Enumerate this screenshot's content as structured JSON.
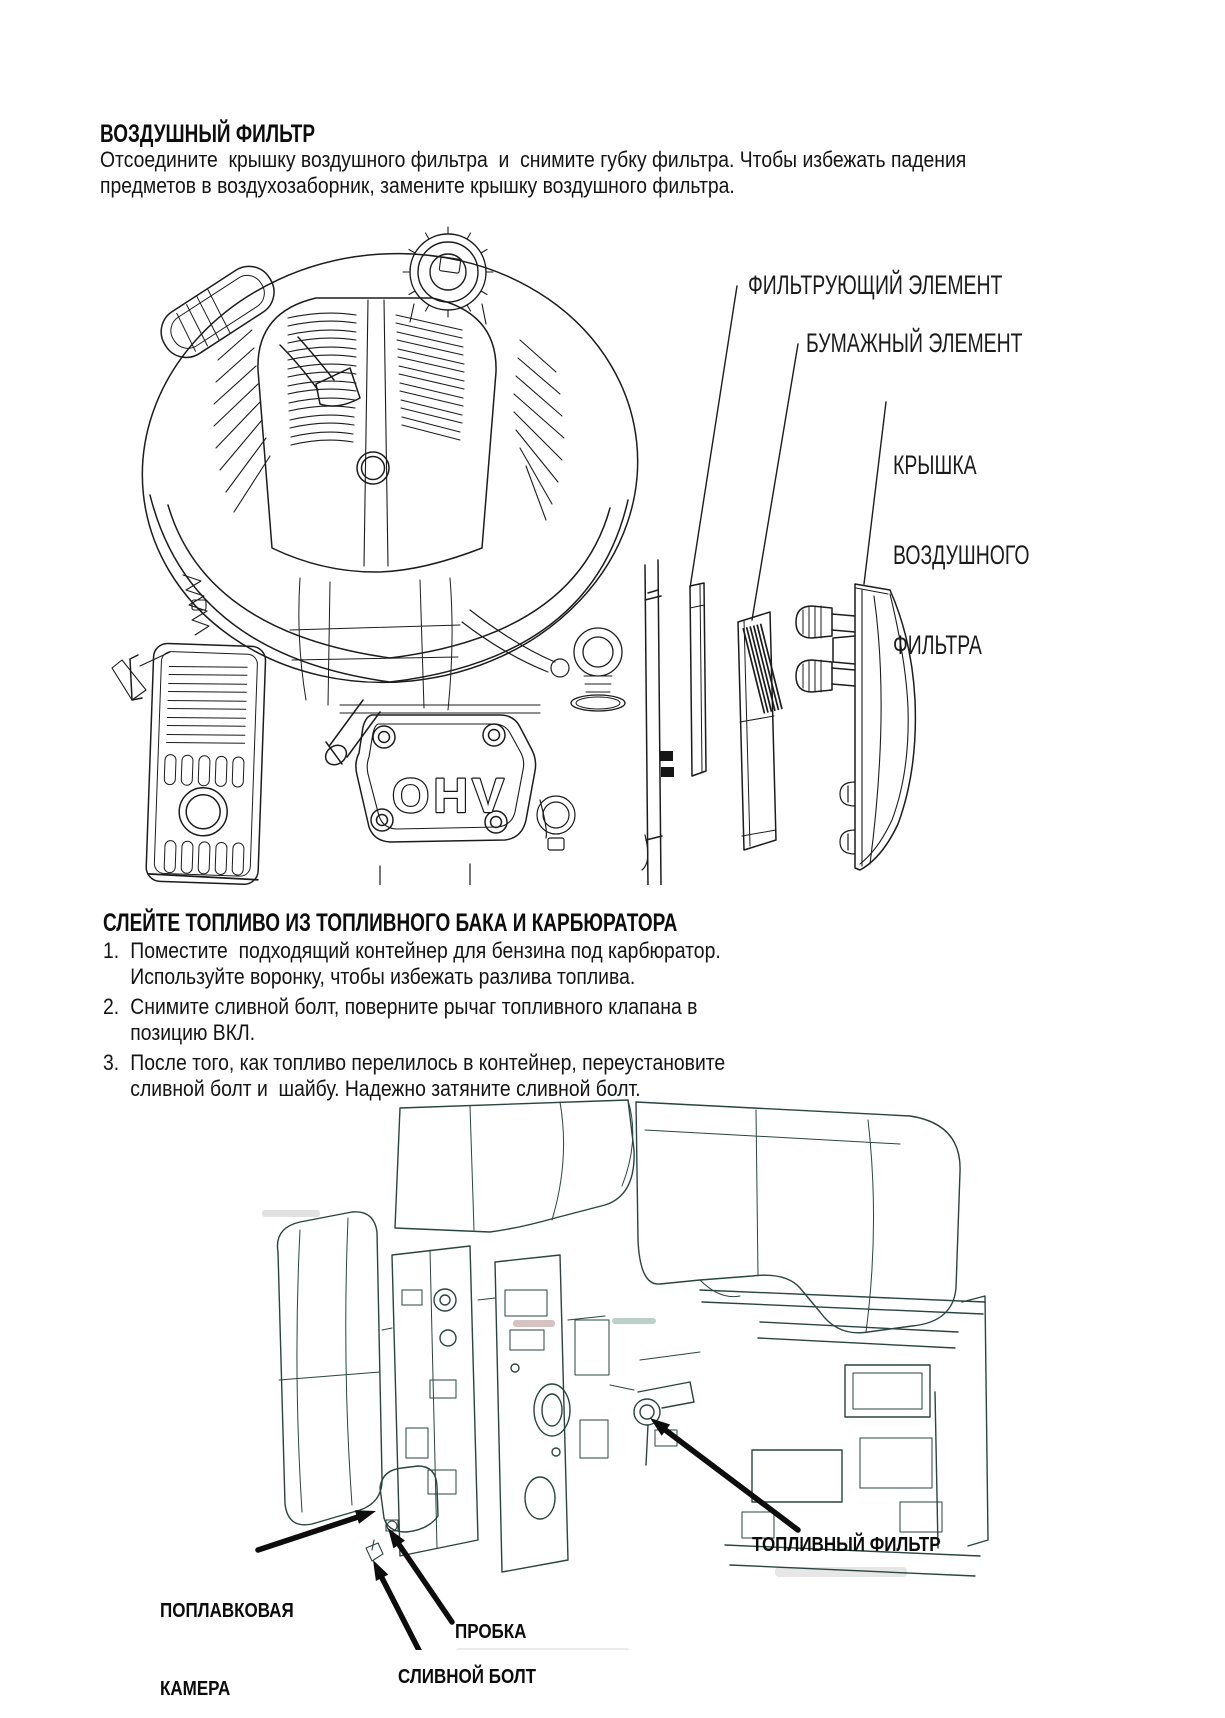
{
  "document": {
    "air_filter_section": {
      "heading": "ВОЗДУШНЫЙ ФИЛЬТР",
      "body_lines": [
        "Отсоедините  крышку воздушного фильтра  и  снимите губку фильтра. Чтобы избежать падения",
        "предметов в воздухозаборник, замените крышку воздушного фильтра."
      ]
    },
    "air_filter_diagram": {
      "engine_marking": "OHV",
      "labels": {
        "filter_element": "ФИЛЬТРУЮЩИЙ ЭЛЕМЕНТ",
        "paper_element": "БУМАЖНЫЙ ЭЛЕМЕНТ",
        "cover_lines": [
          "КРЫШКА",
          "ВОЗДУШНОГО",
          "ФИЛЬТРА"
        ]
      }
    },
    "drain_section": {
      "heading": "СЛЕЙТЕ ТОПЛИВО ИЗ ТОПЛИВНОГО БАКА И КАРБЮРАТОРА",
      "items": [
        {
          "num": "1.",
          "lines": [
            "Поместите  подходящий контейнер для бензина под карбюратор.",
            "Используйте воронку, чтобы избежать разлива топлива."
          ]
        },
        {
          "num": "2.",
          "lines": [
            "Снимите сливной болт, поверните рычаг топливного клапана в",
            "позицию ВКЛ."
          ]
        },
        {
          "num": "3.",
          "lines": [
            "После того, как топливо перелилось в контейнер, переустановите",
            "сливной болт и  шайбу. Надежно затяните сливной болт."
          ]
        }
      ]
    },
    "drain_diagram": {
      "labels": {
        "float_chamber_lines": [
          "ПОПЛАВКОВАЯ",
          "КАМЕРА"
        ],
        "fuel_filter": "ТОПЛИВНЫЙ ФИЛЬТР",
        "plug": "ПРОБКА",
        "drain_bolt": "СЛИВНОЙ БОЛТ"
      }
    }
  }
}
